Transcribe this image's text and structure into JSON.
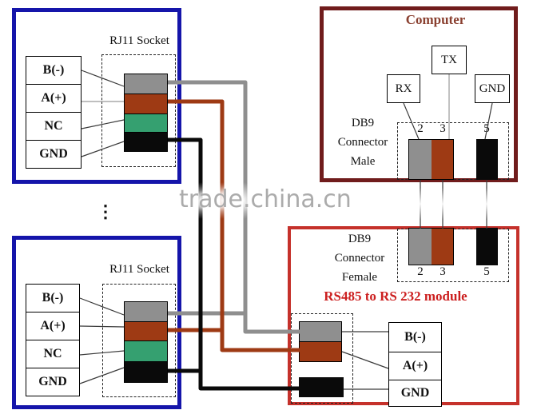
{
  "watermark_text": "trade.china.cn",
  "ellipsis": "⋮",
  "rj11_socket_top": {
    "title": "RJ11 Socket",
    "pins": [
      "B(-)",
      "A(+)",
      "NC",
      "GND"
    ]
  },
  "rj11_socket_bottom": {
    "title": "RJ11 Socket",
    "pins": [
      "B(-)",
      "A(+)",
      "NC",
      "GND"
    ]
  },
  "computer": {
    "title": "Computer",
    "rx_label": "RX",
    "tx_label": "TX",
    "gnd_label": "GND",
    "connector": {
      "line1": "DB9",
      "line2": "Connector",
      "line3": "Male"
    },
    "pin_numbers": [
      "2",
      "3",
      "5"
    ]
  },
  "module": {
    "title": "RS485 to RS 232 module",
    "connector": {
      "line1": "DB9",
      "line2": "Connector",
      "line3": "Female"
    },
    "pin_numbers": [
      "2",
      "3",
      "5"
    ],
    "terminals": [
      "B(-)",
      "A(+)",
      "GND"
    ]
  },
  "colors": {
    "blue_border": "#1515aa",
    "maroon_border": "#701c1c",
    "red_border": "#c5312b",
    "computer_title": "#8a4030",
    "module_title": "#cc2020",
    "wire_gray": "#8f8f8f",
    "wire_brown": "#9e3a14",
    "wire_black": "#0a0a0a",
    "pin_green": "#35a070",
    "watermark": "#ababab"
  }
}
